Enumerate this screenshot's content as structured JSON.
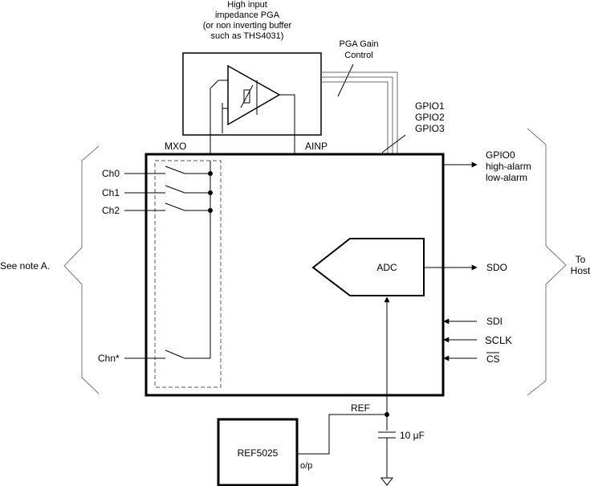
{
  "pga": {
    "title_lines": [
      "High input",
      "impedance PGA",
      "(or non inverting buffer",
      "such as THS4031)"
    ],
    "gain_control_lines": [
      "PGA Gain",
      "Control"
    ]
  },
  "gpio_inputs": [
    "GPIO1",
    "GPIO2",
    "GPIO3"
  ],
  "outputs": {
    "gpio0_lines": [
      "GPIO0",
      "high-alarm",
      "low-alarm"
    ],
    "sdo": "SDO",
    "sdi": "SDI",
    "sclk": "SCLK",
    "cs": "CS"
  },
  "chip": {
    "mxo": "MXO",
    "ainp": "AINP",
    "adc": "ADC",
    "channels": [
      "Ch0",
      "Ch1",
      "Ch2",
      "Chn*"
    ]
  },
  "notes": {
    "left": "See note A.",
    "right_lines": [
      "To",
      "Host"
    ]
  },
  "reference": {
    "ref_label": "REF",
    "cap": "10 μF",
    "ic": "REF5025",
    "op": "o/p"
  }
}
